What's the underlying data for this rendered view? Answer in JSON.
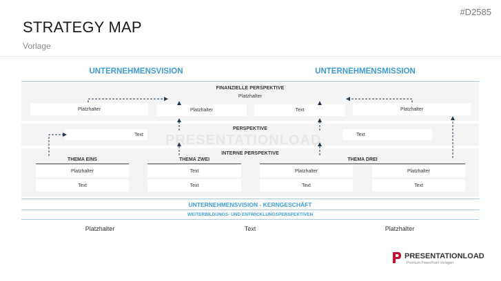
{
  "header": {
    "title": "STRATEGY MAP",
    "subtitle": "Vorlage",
    "code": "#D2585"
  },
  "map": {
    "vision": "UNTERNEHMENSVISION",
    "mission": "UNTERNEHMENSMISSION",
    "financial": {
      "title": "FINANZIELLE PERSPEKTIVE",
      "center": "Platzhalter",
      "box1": "Platzhalter",
      "box2": "Platzhalter",
      "box3": "Text",
      "box4": "Platzhalter"
    },
    "perspective": {
      "title": "PERSPEKTIVE",
      "left": "Text",
      "right": "Text"
    },
    "internal": {
      "title": "INTERNE PERSPEKTIVE",
      "theme1": "THEMA EINS",
      "theme2": "THEMA ZWEI",
      "theme3": "THEMA DREI",
      "row1": [
        "Platzhalter",
        "Text",
        "Platzhalter",
        "Platzhalter"
      ],
      "row2": [
        "Text",
        "Text",
        "Text",
        "Text"
      ]
    },
    "core": "UNTERNEHMENSVISION - KERNGESCHÄFT",
    "development": "WEITERBILDUNGS- UND ENTWICKLUNGSPERSPEKTIVEN",
    "bottom": [
      "Platzhalter",
      "Text",
      "Platzhalter"
    ]
  },
  "watermark": "PRESENTATIONLOAD",
  "logo": {
    "name": "PRESENTATIONLOAD",
    "tagline": "Premium PowerPoint Vorlagen",
    "color": "#c8102e"
  },
  "colors": {
    "accent": "#3c9bd3",
    "arrow": "#1f3a5a"
  }
}
